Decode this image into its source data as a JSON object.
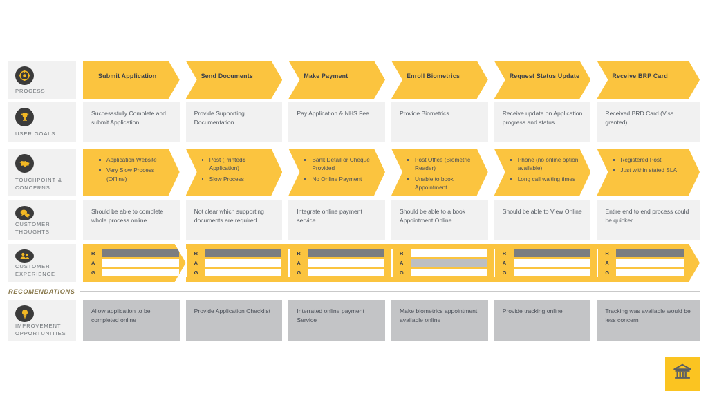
{
  "meta": {
    "accent_yellow": "#fbc43f",
    "logo_yellow": "#fbc421",
    "card_grey": "#f1f1f1",
    "improvement_grey": "#c3c4c6",
    "rag_red_fill": "#7b7d80",
    "rag_amber_fill": "#bdbfc2",
    "text_dark": "#3a3f4a"
  },
  "stages": [
    "Submit Application",
    "Send Documents",
    "Make Payment",
    "Enroll Biometrics",
    "Request Status Update",
    "Receive BRP Card"
  ],
  "rows": {
    "process": {
      "label": "PROCESS",
      "icon": "process-cycle-icon",
      "cells": [
        "Submit Application",
        "Send Documents",
        "Make Payment",
        "Enroll Biometrics",
        "Request Status Update",
        "Receive BRP Card"
      ]
    },
    "user_goals": {
      "label": "USER GOALS",
      "icon": "trophy-icon",
      "cells": [
        "Successsfully Complete and submit Application",
        "Provide Supporting Documentation",
        "Pay Application & NHS Fee",
        "Provide Biometrics",
        "Receive update on Application progress and status",
        "Received BRD Card (Visa granted)"
      ]
    },
    "touchpoint_concerns": {
      "label": "TOUCHPOINT & CONCERNS",
      "icon": "handshake-icon",
      "cells": [
        [
          "Application Website",
          "Very Slow Process (Offline)"
        ],
        [
          "Post (Printed$ Application)",
          "Slow Process"
        ],
        [
          "Bank Detail or Cheque Provided",
          "No Online Payment"
        ],
        [
          "Post Office (Biometric Reader)",
          "Unable to book Appointment"
        ],
        [
          "Phone (no online option available)",
          "Long call waiting times"
        ],
        [
          "Registered Post",
          "Just within stated SLA"
        ]
      ]
    },
    "customer_thoughts": {
      "label": "CUSTOMER THOUGHTS",
      "icon": "speech-bubbles-icon",
      "cells": [
        "Should be able to complete whole process online",
        "Not clear which supporting documents are required",
        "Integrate online payment service",
        "Should be able to a book Appointment Online",
        "Should be able to View Online",
        "Entire end to end process could be quicker"
      ]
    },
    "customer_experience": {
      "label": "CUSTOMER EXPERIENCE",
      "icon": "people-group-icon",
      "keys": [
        "R",
        "A",
        "G"
      ],
      "cells": [
        {
          "R": true,
          "A": false,
          "G": false
        },
        {
          "R": true,
          "A": false,
          "G": false
        },
        {
          "R": true,
          "A": false,
          "G": false
        },
        {
          "R": false,
          "A": true,
          "G": false
        },
        {
          "R": true,
          "A": false,
          "G": false
        },
        {
          "R": true,
          "A": false,
          "G": false
        }
      ]
    },
    "improvement": {
      "label": "IMPROVEMENT OPPORTUNITIES",
      "icon": "lightbulb-icon",
      "cells": [
        "Allow application to be completed online",
        "Provide Application Checklist",
        "Interrated online payment Service",
        "Make biometrics appointment available online",
        "Provide tracking online",
        "Tracking was available would be less concern"
      ]
    }
  },
  "recommendations_divider": {
    "label": "RECOMENDATIONS"
  },
  "logo": {
    "icon": "bank-building-icon"
  }
}
